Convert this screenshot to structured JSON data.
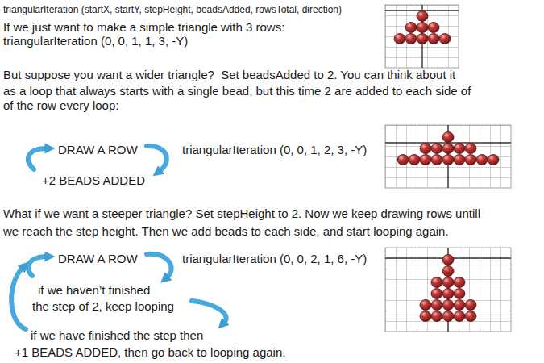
{
  "diagram": {
    "title": "triangularIteration (startX, startY, stepHeight, beadsAdded, rowsTotal, direction)",
    "labels": [
      "If we just want to make a simple triangle with 3 rows:",
      "triangularIteration (0, 0, 1, 1, 3, -Y)",
      "But suppose you want a wider triangle?  Set beadsAdded to 2. You can think about it",
      "as a loop that always starts with a single bead, but this time 2 are added to each side of",
      "of the row every loop:",
      "DRAW A ROW",
      "triangularIteration (0, 0, 1, 2, 3, -Y)",
      "+2 BEADS ADDED",
      "What if we want a steeper triangle? Set stepHeight to 2. Now we keep drawing rows untill",
      "we reach the step height. Then we add beads to each side, and start looping again.",
      "DRAW A ROW",
      "triangularIteration (0, 0, 2, 1, 6, -Y)",
      "if we haven’t finished",
      "the step of 2, keep looping",
      "if we have finished the step then",
      "+1 BEADS ADDED, then go back to looping again."
    ]
  }
}
